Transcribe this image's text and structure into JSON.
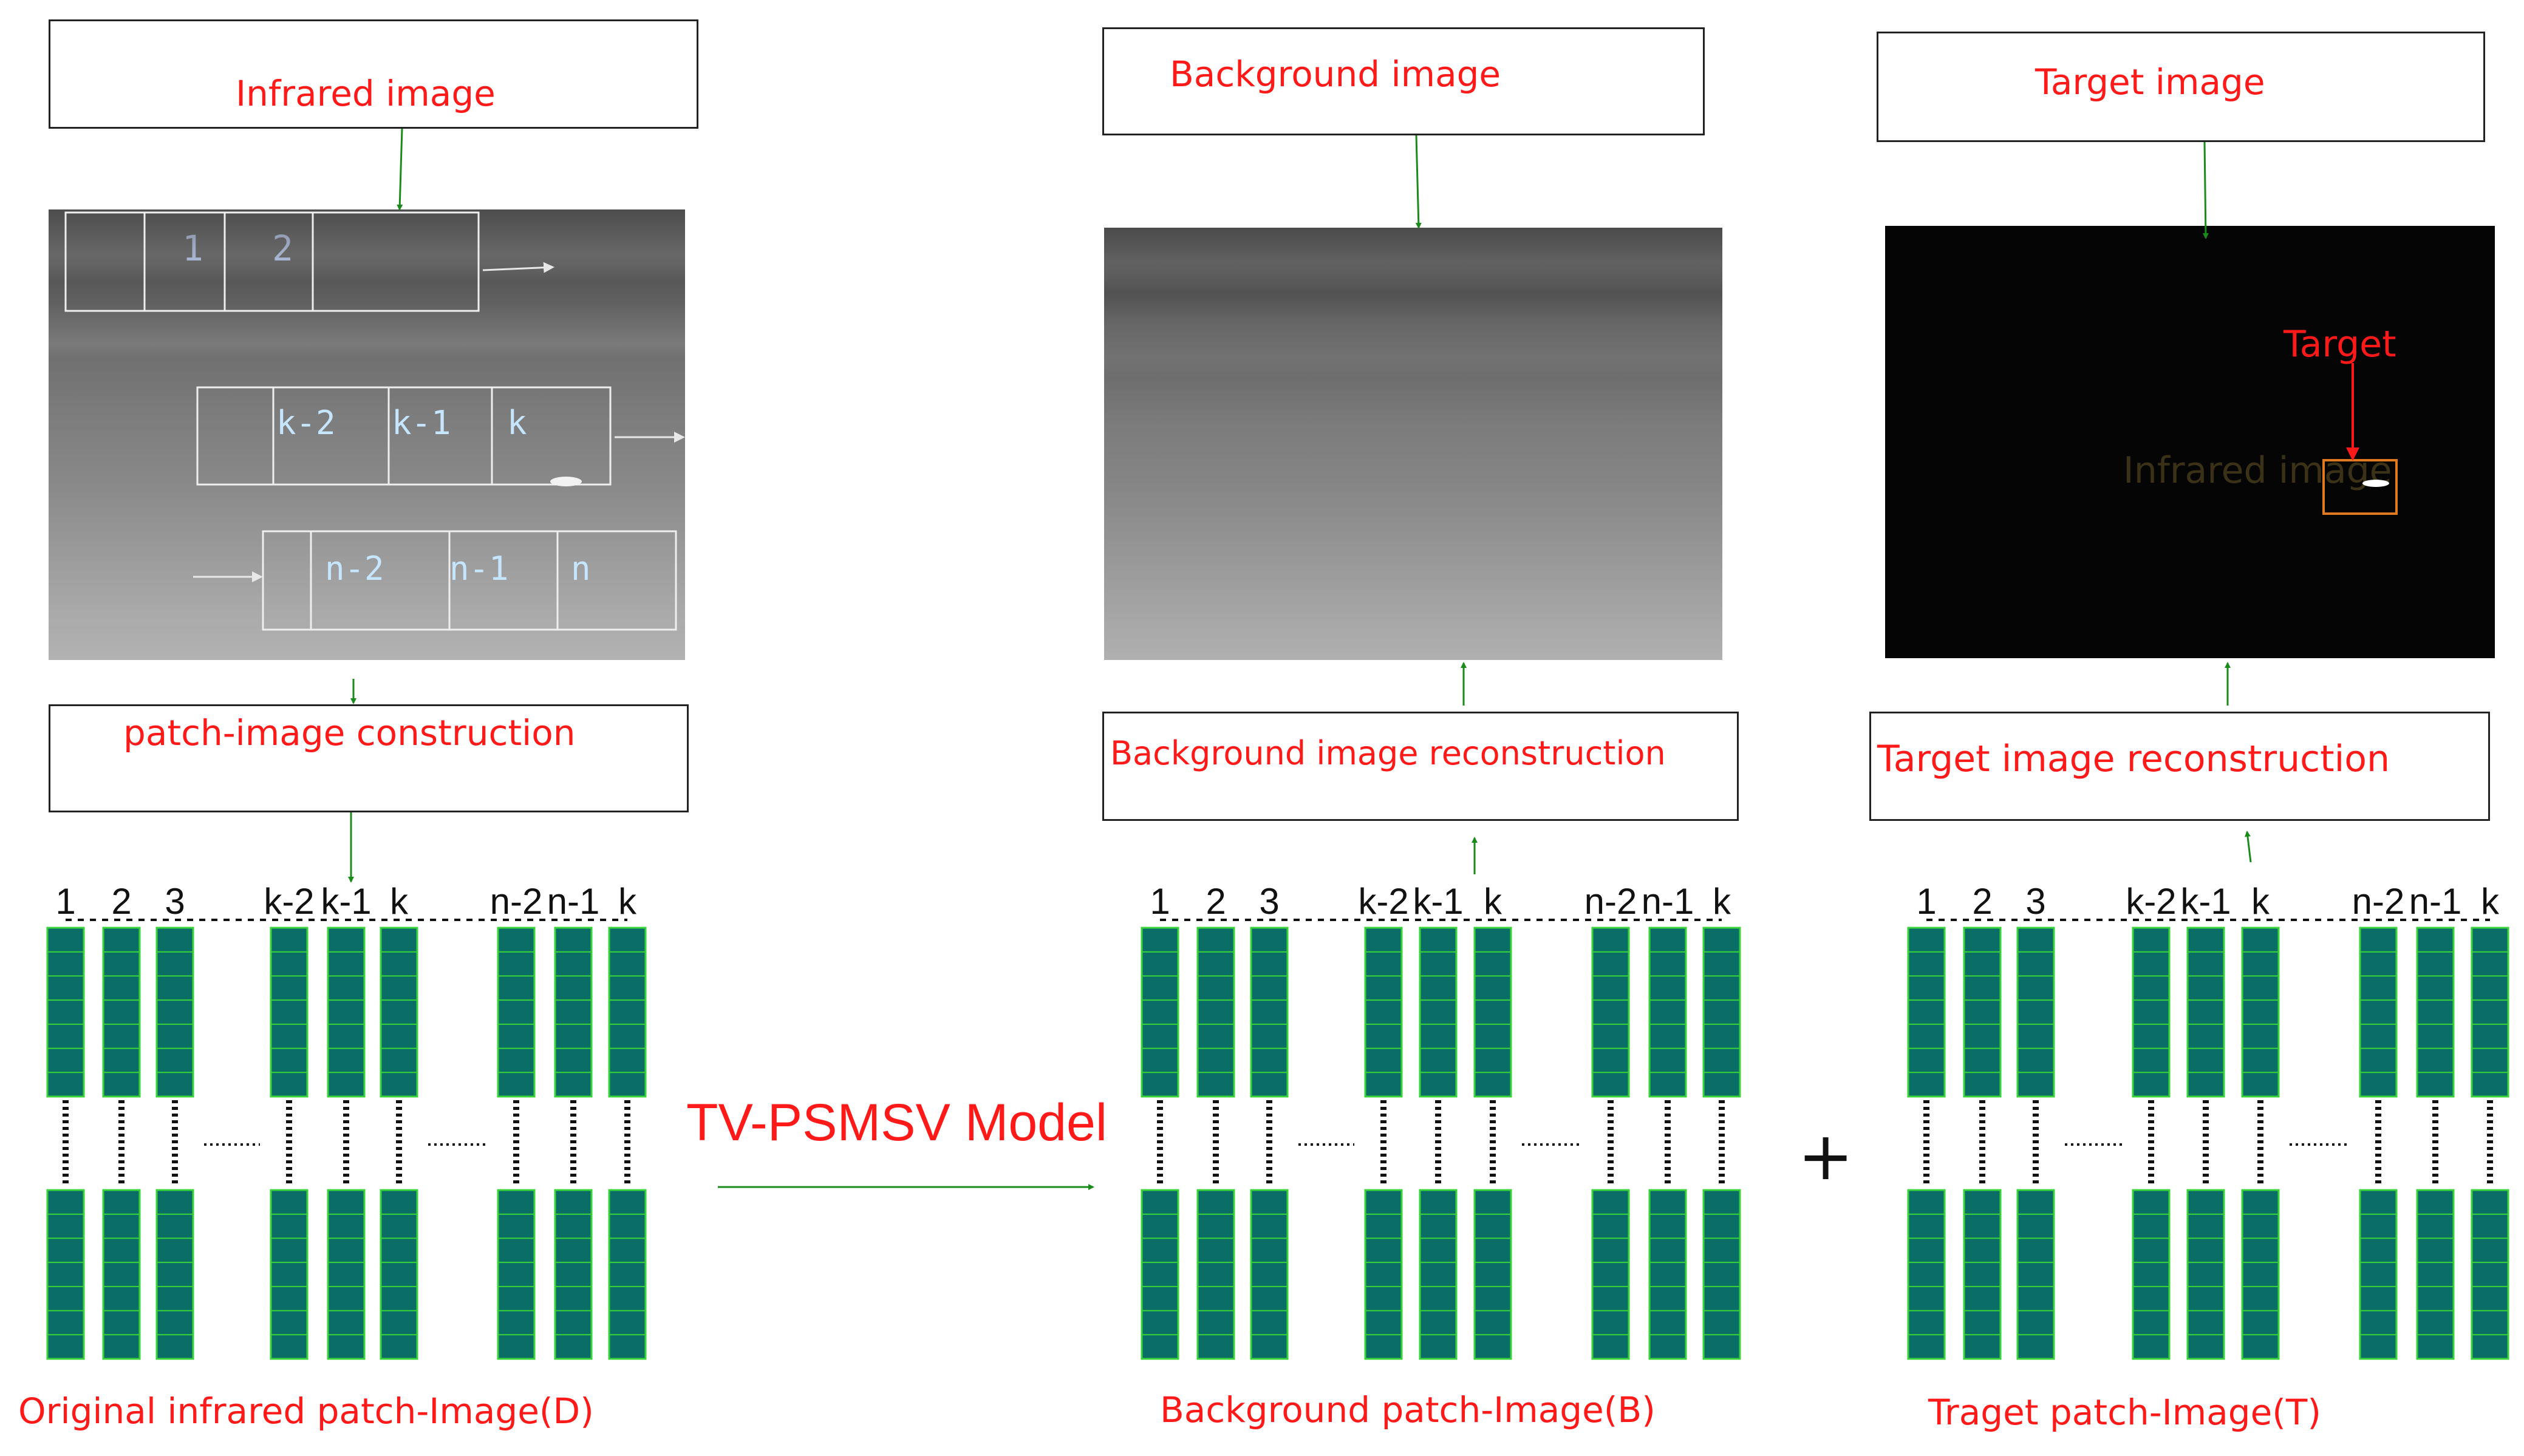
{
  "boxes": {
    "infrared": "Infrared image",
    "patch_construction": "patch-image construction",
    "background": "Background image",
    "background_recon": "Background image reconstruction",
    "target": "Target image",
    "target_recon": "Target image reconstruction"
  },
  "infrared_patch_labels": {
    "row1": [
      "1",
      "2"
    ],
    "row2": [
      "k-2",
      "k-1",
      "k"
    ],
    "row3": [
      "n-2",
      "n-1",
      "n"
    ]
  },
  "target_annotation": "Target",
  "target_overlay": "Infrared image",
  "model_label": "TV-PSMSV Model",
  "plus_sign": "+",
  "groups": [
    {
      "caption": "Original infrared patch-Image(D)",
      "labels": [
        "1",
        "2",
        "3",
        "k-2",
        "k-1",
        "k",
        "n-2",
        "n-1",
        "k"
      ]
    },
    {
      "caption": "Background patch-Image(B)",
      "labels": [
        "1",
        "2",
        "3",
        "k-2",
        "k-1",
        "k",
        "n-2",
        "n-1",
        "k"
      ]
    },
    {
      "caption": "Traget patch-Image(T)",
      "labels": [
        "1",
        "2",
        "3",
        "k-2",
        "k-1",
        "k",
        "n-2",
        "n-1",
        "k"
      ]
    }
  ],
  "colors": {
    "label_red": "#ff1a1a",
    "arrow_green": "#1a8a1a",
    "column_fill": "#0b6e66",
    "column_line": "#39d439",
    "target_box": "#e07a20"
  }
}
